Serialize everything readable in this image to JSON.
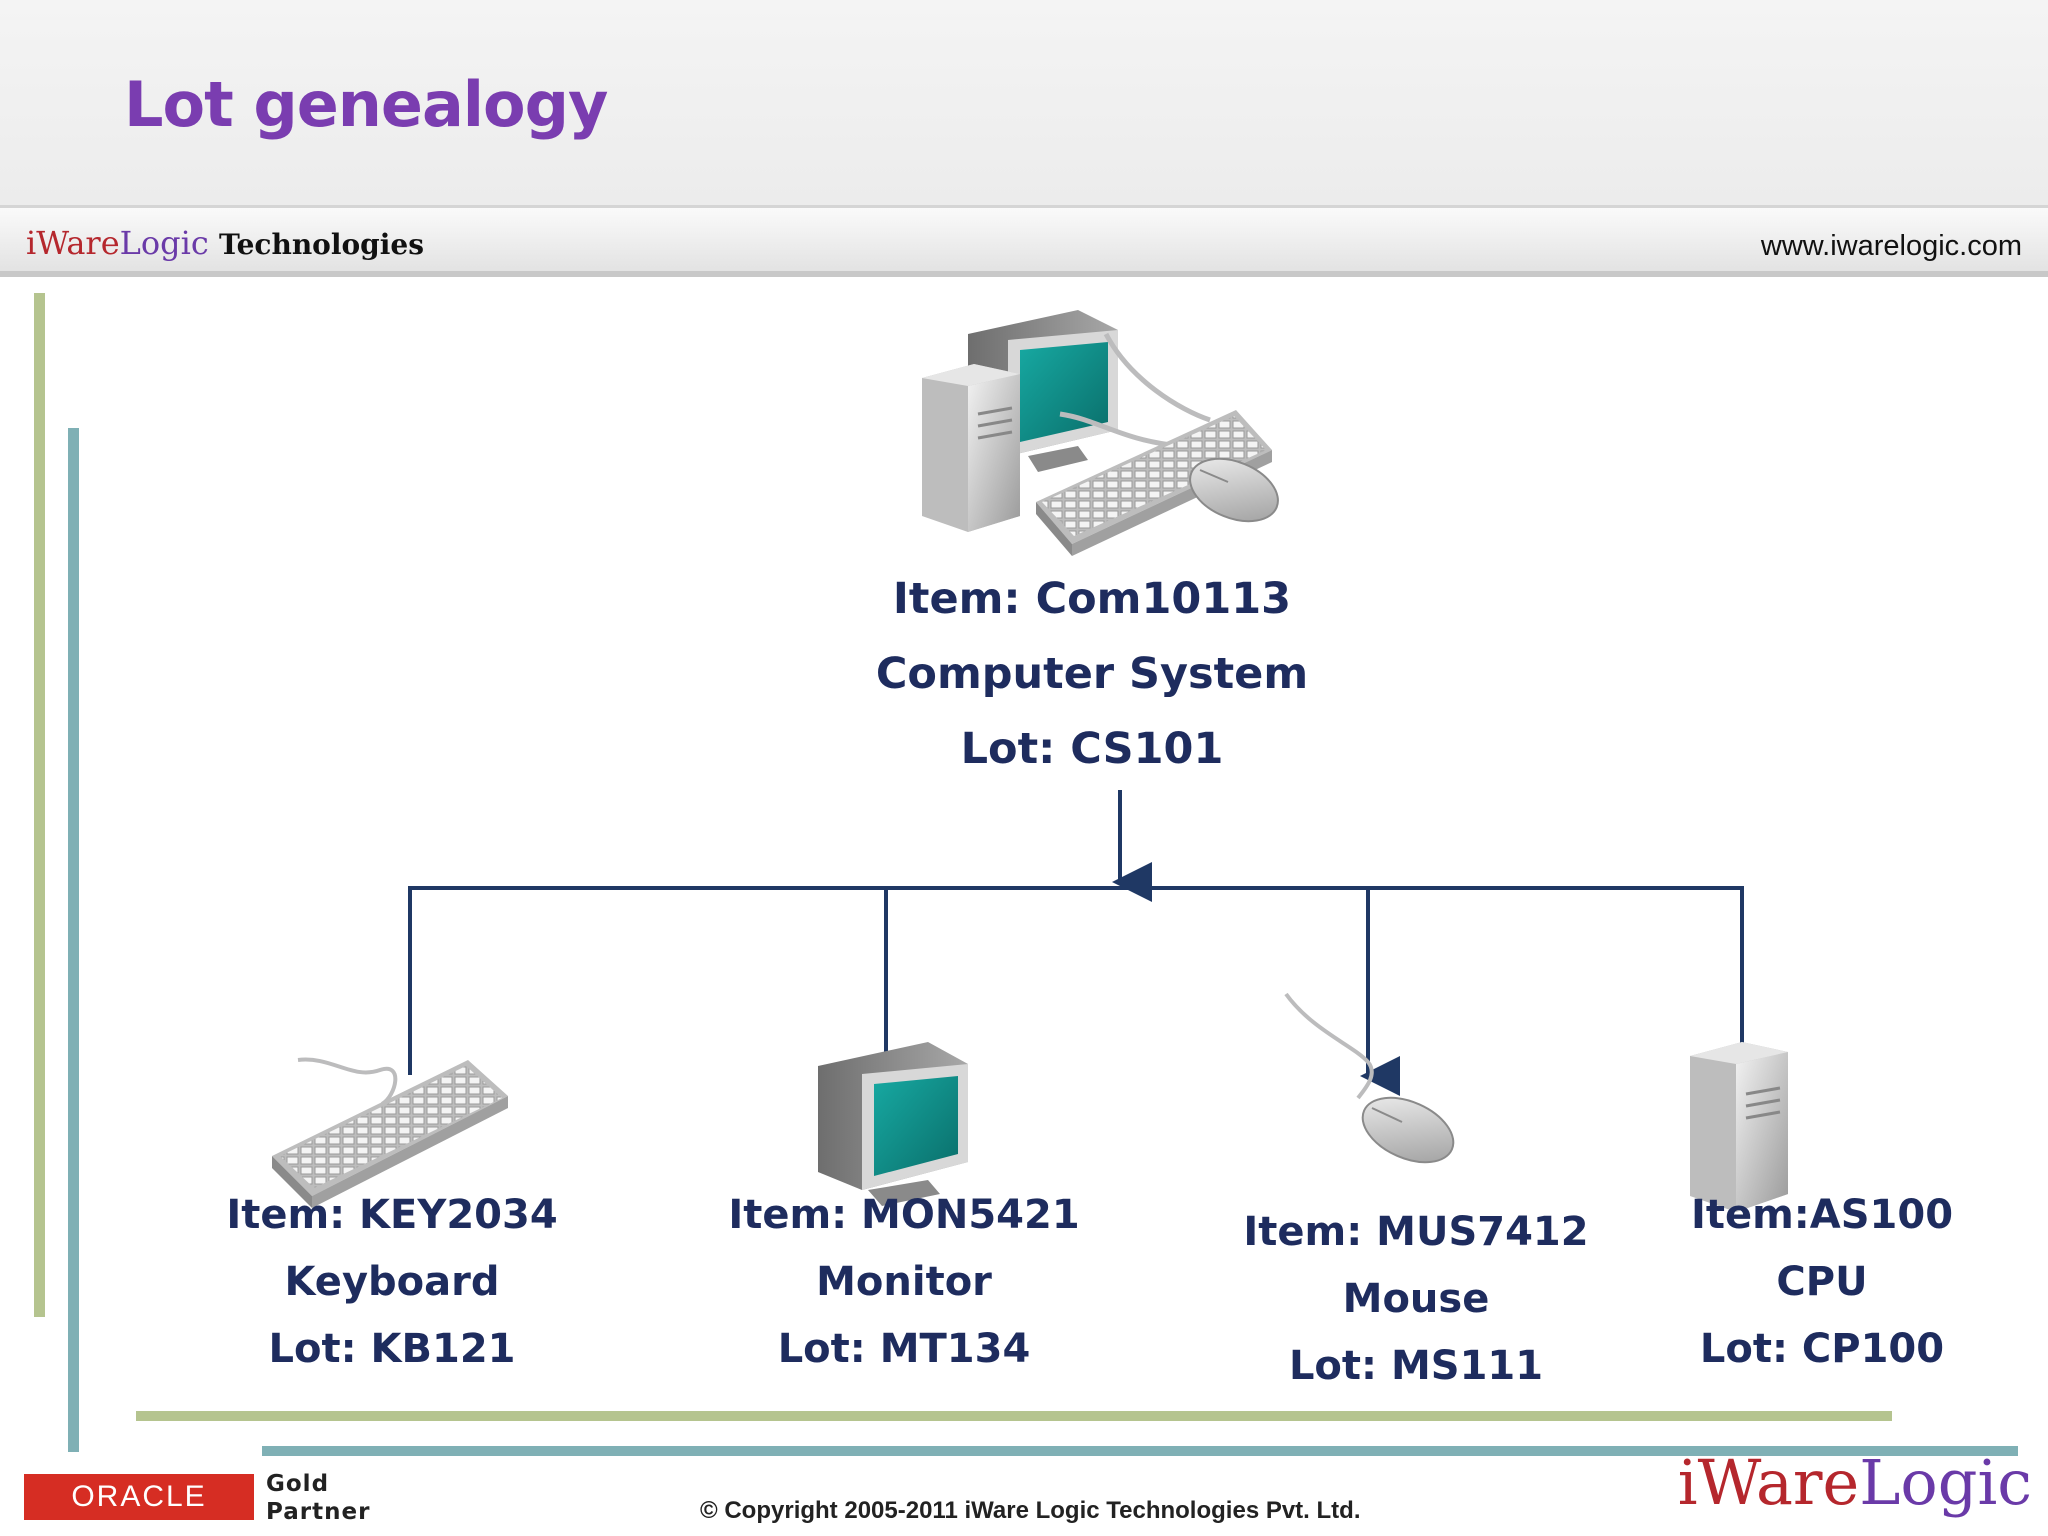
{
  "header": {
    "title": "Lot genealogy",
    "brand": {
      "part1": "iWare",
      "part2": "Logic",
      "part3": "Technologies"
    },
    "website": "www.iwarelogic.com"
  },
  "diagram": {
    "root": {
      "icon": "computer-system-icon",
      "lines": [
        "Item: Com10113",
        "Computer System",
        "Lot: CS101"
      ]
    },
    "children": [
      {
        "icon": "keyboard-icon",
        "lines": [
          "Item: KEY2034",
          "Keyboard",
          "Lot: KB121"
        ]
      },
      {
        "icon": "monitor-icon",
        "lines": [
          "Item: MON5421",
          "Monitor",
          "Lot: MT134"
        ]
      },
      {
        "icon": "mouse-icon",
        "lines": [
          "Item: MUS7412",
          "Mouse",
          "Lot: MS111"
        ]
      },
      {
        "icon": "cpu-tower-icon",
        "lines": [
          "Item:AS100",
          "CPU",
          "Lot: CP100"
        ]
      }
    ],
    "colors": {
      "text": "#1e2c5e",
      "connector": "#1f3864",
      "title": "#7a3db0",
      "screen": "#0f8f8a"
    }
  },
  "footer": {
    "oracle_logo": "ORACLE",
    "partner_line1": "Gold",
    "partner_line2": "Partner",
    "copyright": "© Copyright 2005-2011 iWare Logic Technologies Pvt. Ltd.",
    "logo": {
      "part1": "iWare",
      "part2": "Logic"
    }
  }
}
